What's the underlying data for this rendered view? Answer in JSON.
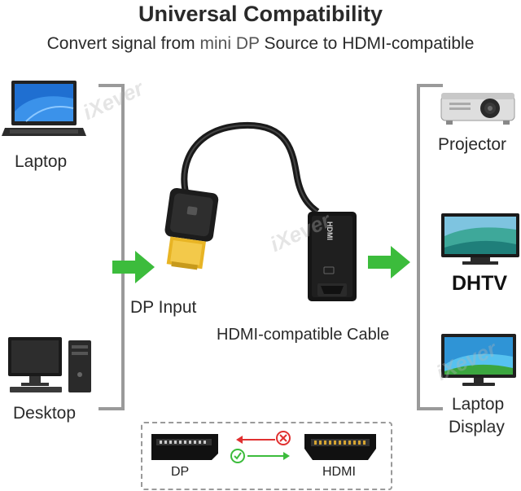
{
  "header": {
    "title": "Universal Compatibility",
    "subtitle_pre": "Convert signal from ",
    "subtitle_hl": "mini DP",
    "subtitle_post": " Source to HDMI-compatible"
  },
  "sources": {
    "laptop_label": "Laptop",
    "desktop_label": "Desktop",
    "input_label": "DP Input"
  },
  "cable": {
    "label": "HDMI-compatible Cable",
    "adapter_text": "HDMI"
  },
  "outputs": {
    "projector_label": "Projector",
    "hdtv_label": "DHTV",
    "laptop_display_line1": "Laptop",
    "laptop_display_line2": "Display"
  },
  "legend": {
    "dp_label": "DP",
    "hdmi_label": "HDMI"
  },
  "watermark": "iXever",
  "colors": {
    "arrow_green": "#3cbc3c",
    "bracket_gray": "#9a9a9a",
    "cross_red": "#e03030",
    "check_green": "#3cbc3c"
  },
  "icons": [
    "laptop-icon",
    "desktop-icon",
    "projector-icon",
    "tv-icon",
    "monitor-icon",
    "dp-connector-icon",
    "hdmi-connector-icon"
  ]
}
